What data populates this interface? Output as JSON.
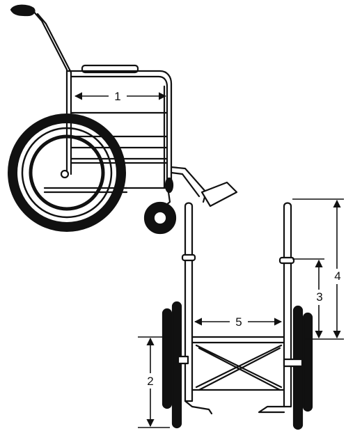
{
  "labels": {
    "d1": "1",
    "d2": "2",
    "d3": "3",
    "d4": "4",
    "d5": "5"
  },
  "colors": {
    "ink": "#111111",
    "background": "#ffffff"
  }
}
